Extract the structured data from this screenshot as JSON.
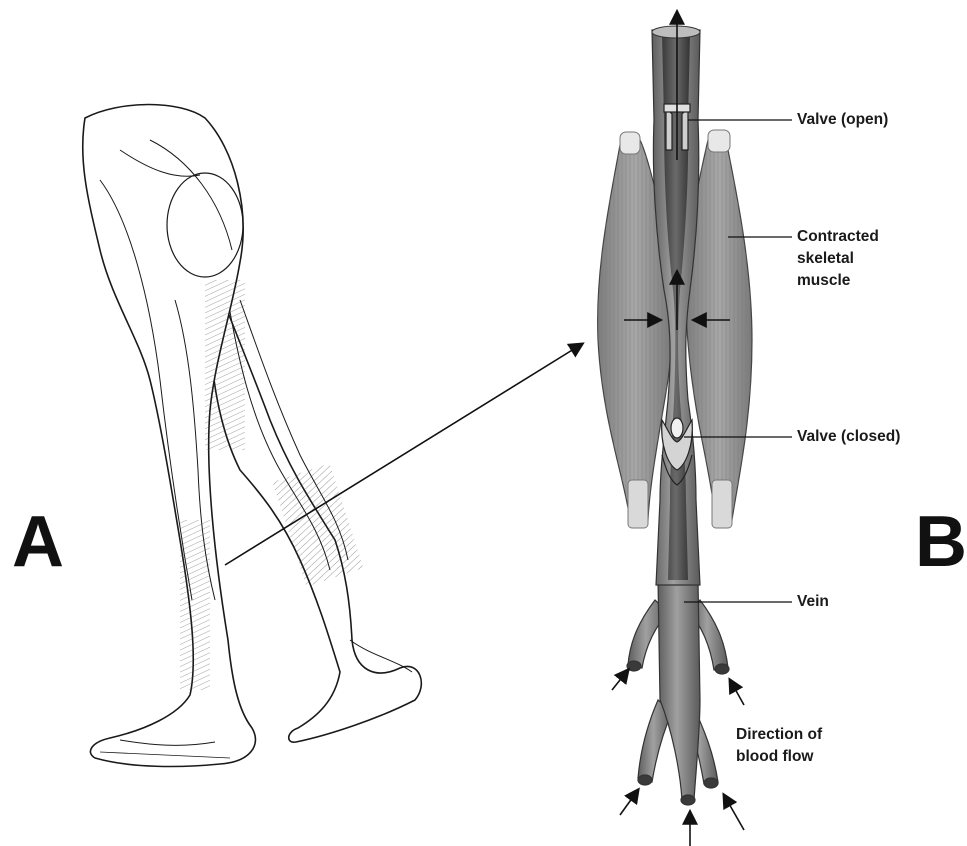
{
  "panels": {
    "a": "A",
    "b": "B"
  },
  "labels": {
    "valve_open": "Valve (open)",
    "contracted_muscle": "Contracted\nskeletal\nmuscle",
    "valve_closed": "Valve (closed)",
    "vein": "Vein",
    "direction": "Direction of\nblood flow"
  }
}
